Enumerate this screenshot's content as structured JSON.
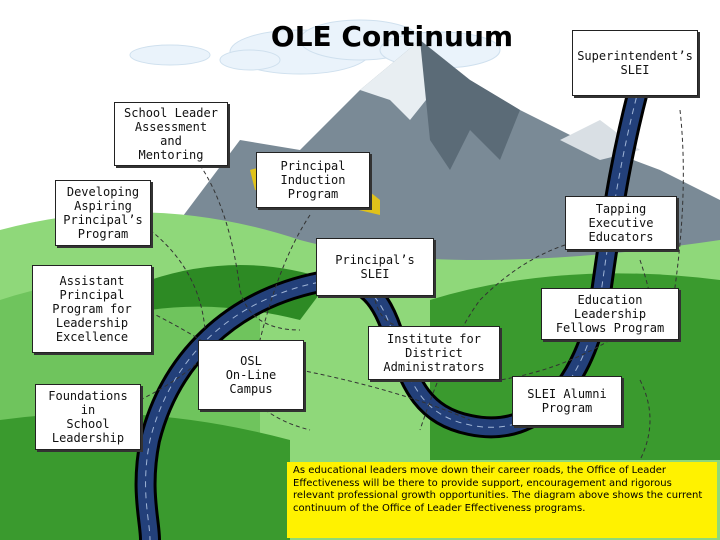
{
  "title": "OLE Continuum",
  "boxes": {
    "superintendent": "Superintendent’s\nSLEI",
    "school_leader": "School Leader\nAssessment\nand\nMentoring",
    "principal_induction": "Principal\nInduction\nProgram",
    "developing_aspiring": "Developing\nAspiring\nPrincipal’s\nProgram",
    "tapping_executive": "Tapping\nExecutive\nEducators",
    "principals_slei": "Principal’s\nSLEI",
    "assistant_principal": "Assistant\nPrincipal\nProgram for\nLeadership\nExcellence",
    "education_leadership": "Education\nLeadership\nFellows Program",
    "institute": "Institute for\nDistrict\nAdministrators",
    "osl_online": "OSL\nOn-Line\nCampus",
    "foundations": "Foundations\nin\nSchool\nLeadership",
    "slei_alumni": "SLEI Alumni\nProgram"
  },
  "caption": "As educational leaders move down their career roads, the Office of Leader Effectiveness will be there to provide support, encouragement and rigorous relevant professional growth opportunities. The diagram above shows the current continuum of the Office of Leader Effectiveness programs.",
  "colors": {
    "sky": "#ffffff",
    "grass_light": "#8fd87a",
    "grass_dark": "#3a9a2e",
    "mountain": "#7a8a96",
    "road": "#23407a",
    "road_edge": "#000000",
    "caption_bg": "#fff200",
    "sun_gold": "#e0c21a"
  }
}
